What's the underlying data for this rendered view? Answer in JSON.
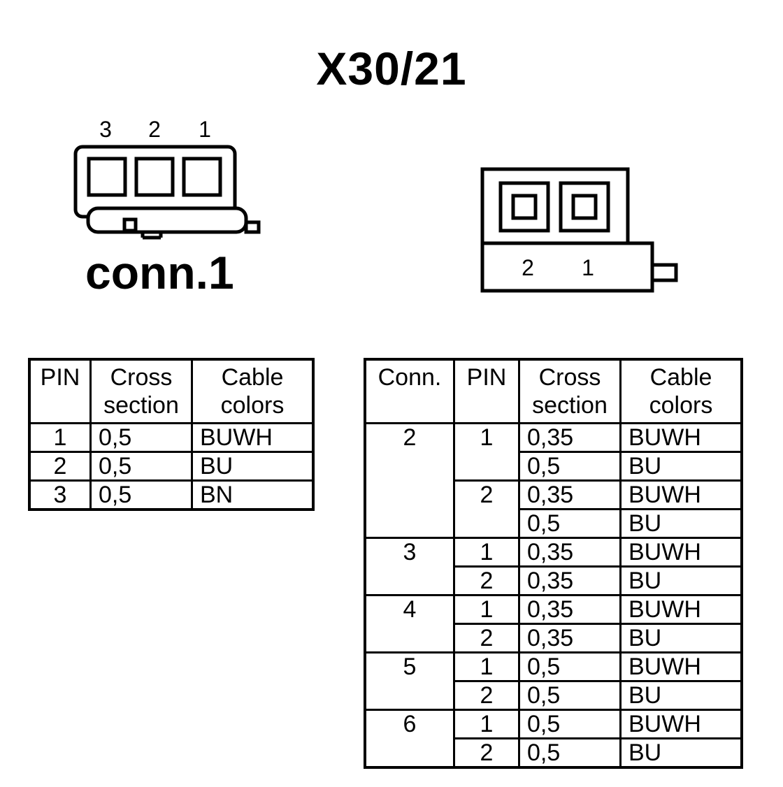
{
  "title": "X30/21",
  "connector1": {
    "label": "conn.1",
    "pin_labels": [
      "3",
      "2",
      "1"
    ]
  },
  "connector2": {
    "pin_labels": [
      "2",
      "1"
    ]
  },
  "table1": {
    "headers": [
      "PIN",
      "Cross section",
      "Cable colors"
    ],
    "rows": [
      {
        "pin": "1",
        "cross": "0,5",
        "color": "BUWH"
      },
      {
        "pin": "2",
        "cross": "0,5",
        "color": "BU"
      },
      {
        "pin": "3",
        "cross": "0,5",
        "color": "BN"
      }
    ]
  },
  "table2": {
    "headers": [
      "Conn.",
      "PIN",
      "Cross section",
      "Cable colors"
    ],
    "groups": [
      {
        "conn": "2",
        "pins": [
          {
            "pin": "1",
            "rows": [
              {
                "cross": "0,35",
                "color": "BUWH"
              },
              {
                "cross": "0,5",
                "color": "BU"
              }
            ]
          },
          {
            "pin": "2",
            "rows": [
              {
                "cross": "0,35",
                "color": "BUWH"
              },
              {
                "cross": "0,5",
                "color": "BU"
              }
            ]
          }
        ]
      },
      {
        "conn": "3",
        "pins": [
          {
            "pin": "1",
            "rows": [
              {
                "cross": "0,35",
                "color": "BUWH"
              }
            ]
          },
          {
            "pin": "2",
            "rows": [
              {
                "cross": "0,35",
                "color": "BU"
              }
            ]
          }
        ]
      },
      {
        "conn": "4",
        "pins": [
          {
            "pin": "1",
            "rows": [
              {
                "cross": "0,35",
                "color": "BUWH"
              }
            ]
          },
          {
            "pin": "2",
            "rows": [
              {
                "cross": "0,35",
                "color": "BU"
              }
            ]
          }
        ]
      },
      {
        "conn": "5",
        "pins": [
          {
            "pin": "1",
            "rows": [
              {
                "cross": "0,5",
                "color": "BUWH"
              }
            ]
          },
          {
            "pin": "2",
            "rows": [
              {
                "cross": "0,5",
                "color": "BU"
              }
            ]
          }
        ]
      },
      {
        "conn": "6",
        "pins": [
          {
            "pin": "1",
            "rows": [
              {
                "cross": "0,5",
                "color": "BUWH"
              }
            ]
          },
          {
            "pin": "2",
            "rows": [
              {
                "cross": "0,5",
                "color": "BU"
              }
            ]
          }
        ]
      }
    ]
  }
}
